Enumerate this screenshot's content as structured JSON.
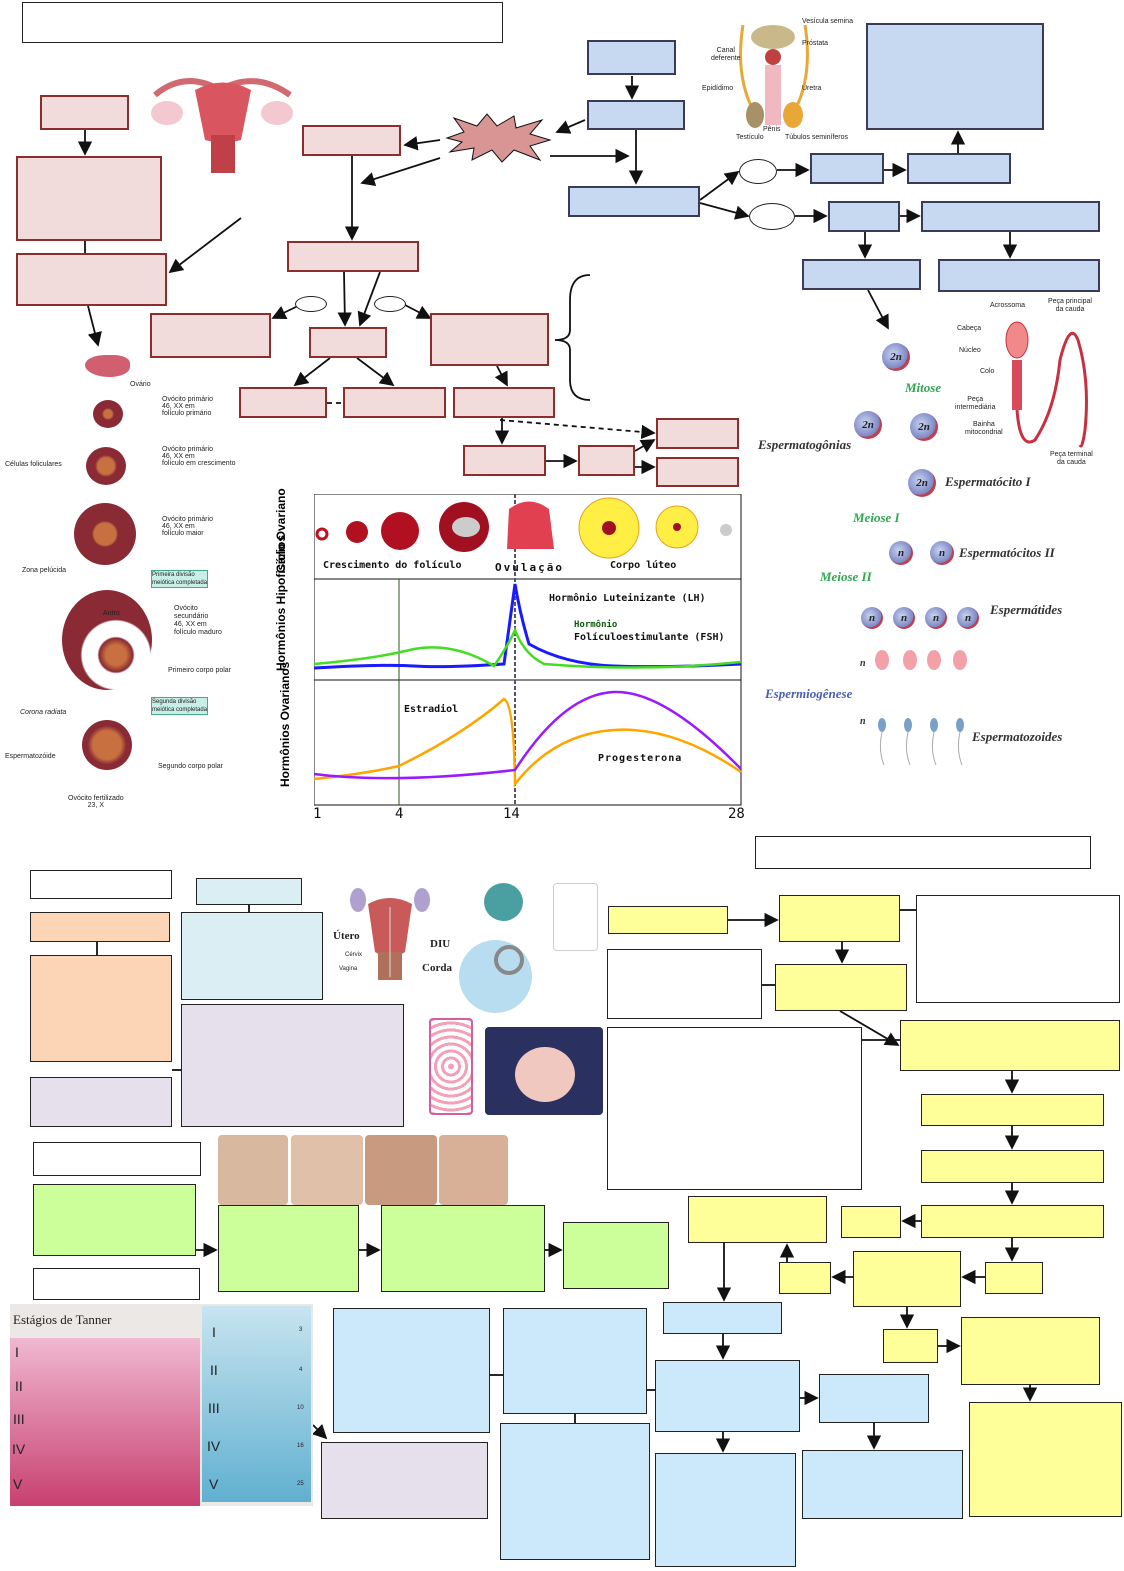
{
  "female_anatomy": {
    "icon": "uterus-illustration"
  },
  "oogenesis": {
    "ovary": "Ovário",
    "primary1": "Ovócito primário\n46, XX em\nfolículo primário",
    "follicular_cells": "Células foliculares",
    "primary2": "Ovócito primário\n46, XX em\nfolículo em crescimento",
    "primary3": "Ovócito primário\n46, XX em\nfolículo maior",
    "zona": "Zona pelúcida",
    "meiosis1": "Primeira divisão\nmeiótica completada",
    "antro": "Antro",
    "secondary": "Ovócito\nsecundário\n46, XX em\nfolículo maduro",
    "polar1": "Primeiro corpo polar",
    "meiosis2": "Segunda divisão\nmeiótica completada",
    "corona": "Corona radiata",
    "sperm": "Espermatozóide",
    "polar2": "Segundo corpo polar",
    "fertilized": "Ovócito fertilizado\n23, X"
  },
  "male_anatomy": {
    "vesicula": "Vesícula semina",
    "prostata": "Próstata",
    "canal": "Canal\ndeferente",
    "epididimo": "Epidídimo",
    "uretra": "Uretra",
    "penis": "Pênis",
    "testiculo": "Testículo",
    "tubulos": "Túbulos seminíferos"
  },
  "spermatozoon": {
    "acrossoma": "Acrossoma",
    "cabeca": "Cabeça",
    "nucleo": "Núcleo",
    "colo": "Colo",
    "peca_int": "Peça\nintermediária",
    "bainha": "Bainha\nmitocondrial",
    "peca_principal": "Peça principal\nda cauda",
    "peca_terminal": "Peça terminal\nda cauda"
  },
  "spermatogenesis": {
    "two_n": "2n",
    "n": "n",
    "mitose": "Mitose",
    "espermatogonias": "Espermatogônias",
    "espermatocito1": "Espermatócito I",
    "meiose1": "Meiose I",
    "espermatocitos2": "Espermatócitos II",
    "meiose2": "Meiose II",
    "espermatides": "Espermátides",
    "espermiogenese": "Espermiogênese",
    "espermatozoides": "Espermatozoides"
  },
  "cycle_chart": {
    "row1": "Ciclo\nOvariano",
    "row2": "Hormônios\nHipofisários",
    "row3": "Hormônios\nOvarianos",
    "growth": "Crescimento do folículo",
    "ovulation": "Ovulação",
    "corpus": "Corpo lúteo",
    "lh": "Hormônio Luteinizante (LH)",
    "fsh1": "Hormônio",
    "fsh2": "Folículoestimulante (FSH)",
    "estradiol": "Estradiol",
    "progesterona": "Progesterona",
    "days": [
      "1",
      "4",
      "14",
      "28"
    ],
    "colors": {
      "lh": "#1a1aff",
      "fsh": "#44dd22",
      "estradiol": "#ffa500",
      "progesterona": "#9a1aff"
    }
  },
  "contraception": {
    "utero": "Útero",
    "diu": "DIU",
    "cervix": "Cérvix",
    "vagina": "Vagina",
    "corda": "Corda",
    "icons": [
      "condom-icon",
      "female-condom-icon",
      "vaginal-ring-icon",
      "pill-pack-icon",
      "diaphragm-icon",
      "patch-photos"
    ]
  },
  "tanner": {
    "title": "Estágios de Tanner",
    "stages": [
      "I",
      "II",
      "III",
      "IV",
      "V"
    ],
    "volumes": [
      "3",
      "4",
      "10",
      "16",
      "25"
    ]
  },
  "colors": {
    "pink": "#f2dcdb",
    "blue": "#c6d9f1",
    "peach": "#fbd5b5",
    "green": "#ccff99",
    "yellow": "#ffff99",
    "lavender": "#e5e0ec"
  }
}
